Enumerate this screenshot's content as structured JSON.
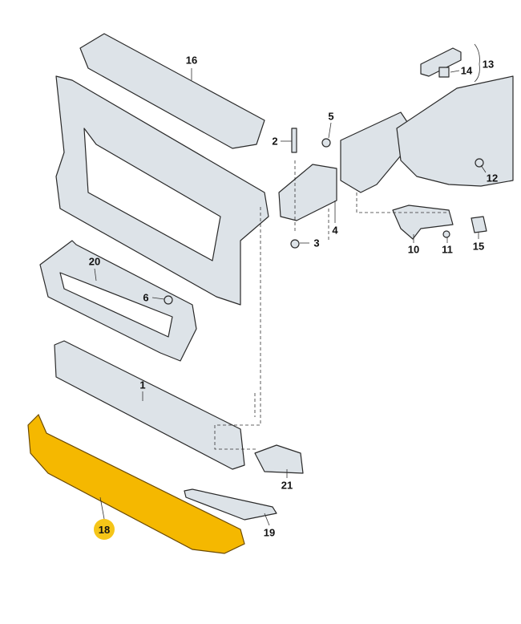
{
  "diagram": {
    "colors": {
      "part_fill": "#dde3e8",
      "part_stroke": "#2a2a2a",
      "highlight": "#f5b800",
      "highlight_badge": "#f5c518"
    },
    "labels": [
      {
        "id": "16",
        "text": "16"
      },
      {
        "id": "13",
        "text": "13"
      },
      {
        "id": "14",
        "text": "14"
      },
      {
        "id": "5",
        "text": "5"
      },
      {
        "id": "2",
        "text": "2"
      },
      {
        "id": "12",
        "text": "12"
      },
      {
        "id": "4",
        "text": "4"
      },
      {
        "id": "3",
        "text": "3"
      },
      {
        "id": "10",
        "text": "10"
      },
      {
        "id": "11",
        "text": "11"
      },
      {
        "id": "15",
        "text": "15"
      },
      {
        "id": "20",
        "text": "20"
      },
      {
        "id": "6",
        "text": "6"
      },
      {
        "id": "1",
        "text": "1"
      },
      {
        "id": "21",
        "text": "21"
      },
      {
        "id": "18",
        "text": "18"
      },
      {
        "id": "19",
        "text": "19"
      }
    ],
    "highlighted_part": "18"
  }
}
